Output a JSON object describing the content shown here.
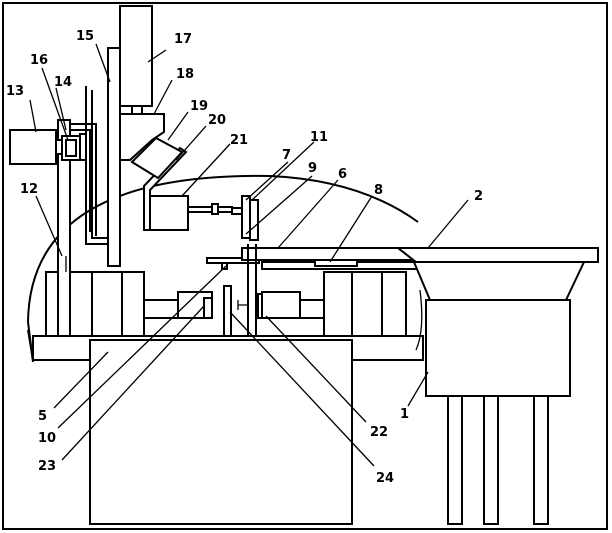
{
  "labels": [
    "1",
    "2",
    "5",
    "6",
    "7",
    "8",
    "9",
    "10",
    "11",
    "12",
    "13",
    "14",
    "15",
    "16",
    "17",
    "18",
    "19",
    "20",
    "21",
    "22",
    "23",
    "24"
  ]
}
